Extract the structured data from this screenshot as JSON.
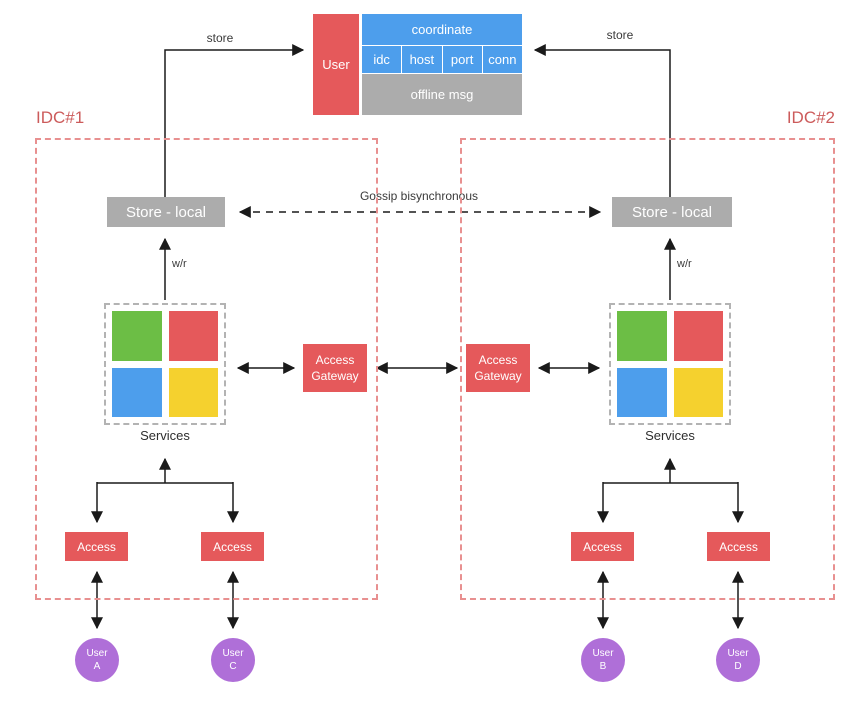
{
  "colors": {
    "red": "#E5595B",
    "blue": "#4D9EEC",
    "gray": "#ACACAC",
    "green": "#6CBE45",
    "yellow": "#F5D12E",
    "purple": "#AF6FD8",
    "idc_border": "#E89090",
    "idc_label": "#CC5B5B"
  },
  "user_table": {
    "user": "User",
    "coordinate": "coordinate",
    "columns": [
      "idc",
      "host",
      "port",
      "conn"
    ],
    "offline": "offline msg"
  },
  "labels": {
    "store_left": "store",
    "store_right": "store",
    "gossip": "Gossip bisynchronous",
    "wr_left": "w/r",
    "wr_right": "w/r"
  },
  "idc1": {
    "title": "IDC#1",
    "store": "Store - local",
    "services": "Services",
    "gateway": "Access\nGateway",
    "access_left": "Access",
    "access_right": "Access",
    "user_left": "User\nA",
    "user_right": "User\nC"
  },
  "idc2": {
    "title": "IDC#2",
    "store": "Store - local",
    "services": "Services",
    "gateway": "Access\nGateway",
    "access_left": "Access",
    "access_right": "Access",
    "user_left": "User\nB",
    "user_right": "User\nD"
  }
}
